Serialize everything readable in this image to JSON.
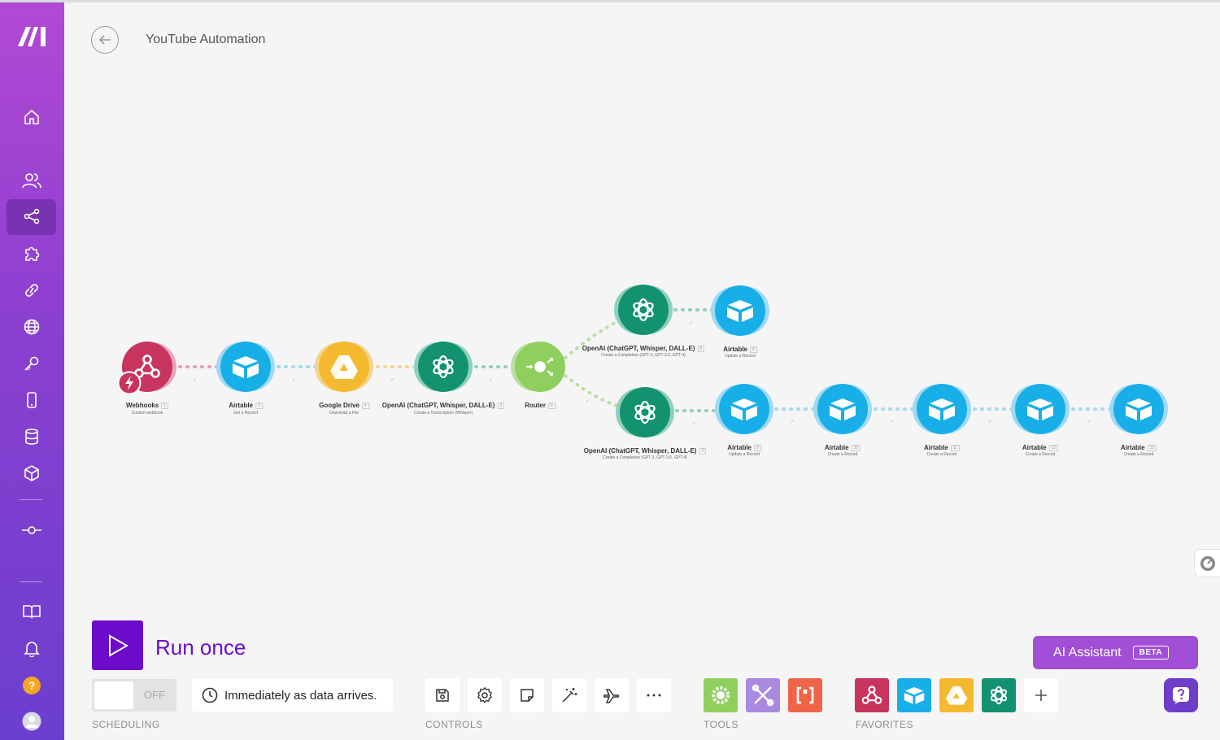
{
  "app": {
    "title": "YouTube Automation"
  },
  "sidebar": {
    "items": [
      {
        "name": "home"
      },
      {
        "name": "team"
      },
      {
        "name": "scenarios",
        "active": true
      },
      {
        "name": "templates"
      },
      {
        "name": "connections"
      },
      {
        "name": "webhooks"
      },
      {
        "name": "keys"
      },
      {
        "name": "devices"
      },
      {
        "name": "data-stores"
      },
      {
        "name": "data-structures"
      },
      {
        "name": "custom-apps"
      },
      {
        "name": "documentation"
      },
      {
        "name": "notifications"
      },
      {
        "name": "help"
      },
      {
        "name": "profile"
      }
    ]
  },
  "scenario": {
    "nodes": [
      {
        "id": "n1",
        "label": "Webhooks",
        "badge": "1",
        "sub": "Custom webhook",
        "color": "#c7345e"
      },
      {
        "id": "n2",
        "label": "Airtable",
        "badge": "2",
        "sub": "Get a Record",
        "color": "#18aee8"
      },
      {
        "id": "n3",
        "label": "Google Drive",
        "badge": "4",
        "sub": "Download a File",
        "color": "#f5b930"
      },
      {
        "id": "n4",
        "label": "OpenAI (ChatGPT, Whisper, DALL-E)",
        "badge": "3",
        "sub": "Create a Transcription (Whisper)",
        "color": "#12926f"
      },
      {
        "id": "n5",
        "label": "Router",
        "badge": "5",
        "sub": "",
        "color": "#8fcf5d"
      },
      {
        "id": "n6",
        "label": "OpenAI (ChatGPT, Whisper, DALL-E)",
        "badge": "6",
        "sub": "Create a Completion (GPT-3, GPT-3.5, GPT-4)",
        "color": "#12926f"
      },
      {
        "id": "n7",
        "label": "Airtable",
        "badge": "8",
        "sub": "Update a Record",
        "color": "#18aee8"
      },
      {
        "id": "n8",
        "label": "OpenAI (ChatGPT, Whisper, DALL-E)",
        "badge": "7",
        "sub": "Create a Completion (GPT-3, GPT-3.5, GPT-4)",
        "color": "#12926f"
      },
      {
        "id": "n9",
        "label": "Airtable",
        "badge": "9",
        "sub": "Update a Record",
        "color": "#18aee8"
      },
      {
        "id": "n10",
        "label": "Airtable",
        "badge": "10",
        "sub": "Create a Record",
        "color": "#18aee8"
      },
      {
        "id": "n11",
        "label": "Airtable",
        "badge": "11",
        "sub": "Create a Record",
        "color": "#18aee8"
      },
      {
        "id": "n12",
        "label": "Airtable",
        "badge": "12",
        "sub": "Create a Record",
        "color": "#18aee8"
      },
      {
        "id": "n13",
        "label": "Airtable",
        "badge": "13",
        "sub": "Create a Record",
        "color": "#18aee8"
      }
    ]
  },
  "bottom": {
    "run_label": "Run once",
    "toggle_label": "OFF",
    "schedule_text": "Immediately as data arrives.",
    "scheduling_caption": "SCHEDULING",
    "controls_caption": "CONTROLS",
    "tools_caption": "TOOLS",
    "favorites_caption": "FAVORITES",
    "ai_label": "AI Assistant",
    "ai_badge": "BETA"
  },
  "colors": {
    "accent": "#6c0bc9",
    "ai": "#a14fd6",
    "sidebar_top": "#b149d4",
    "sidebar_bottom": "#6b3fce"
  }
}
